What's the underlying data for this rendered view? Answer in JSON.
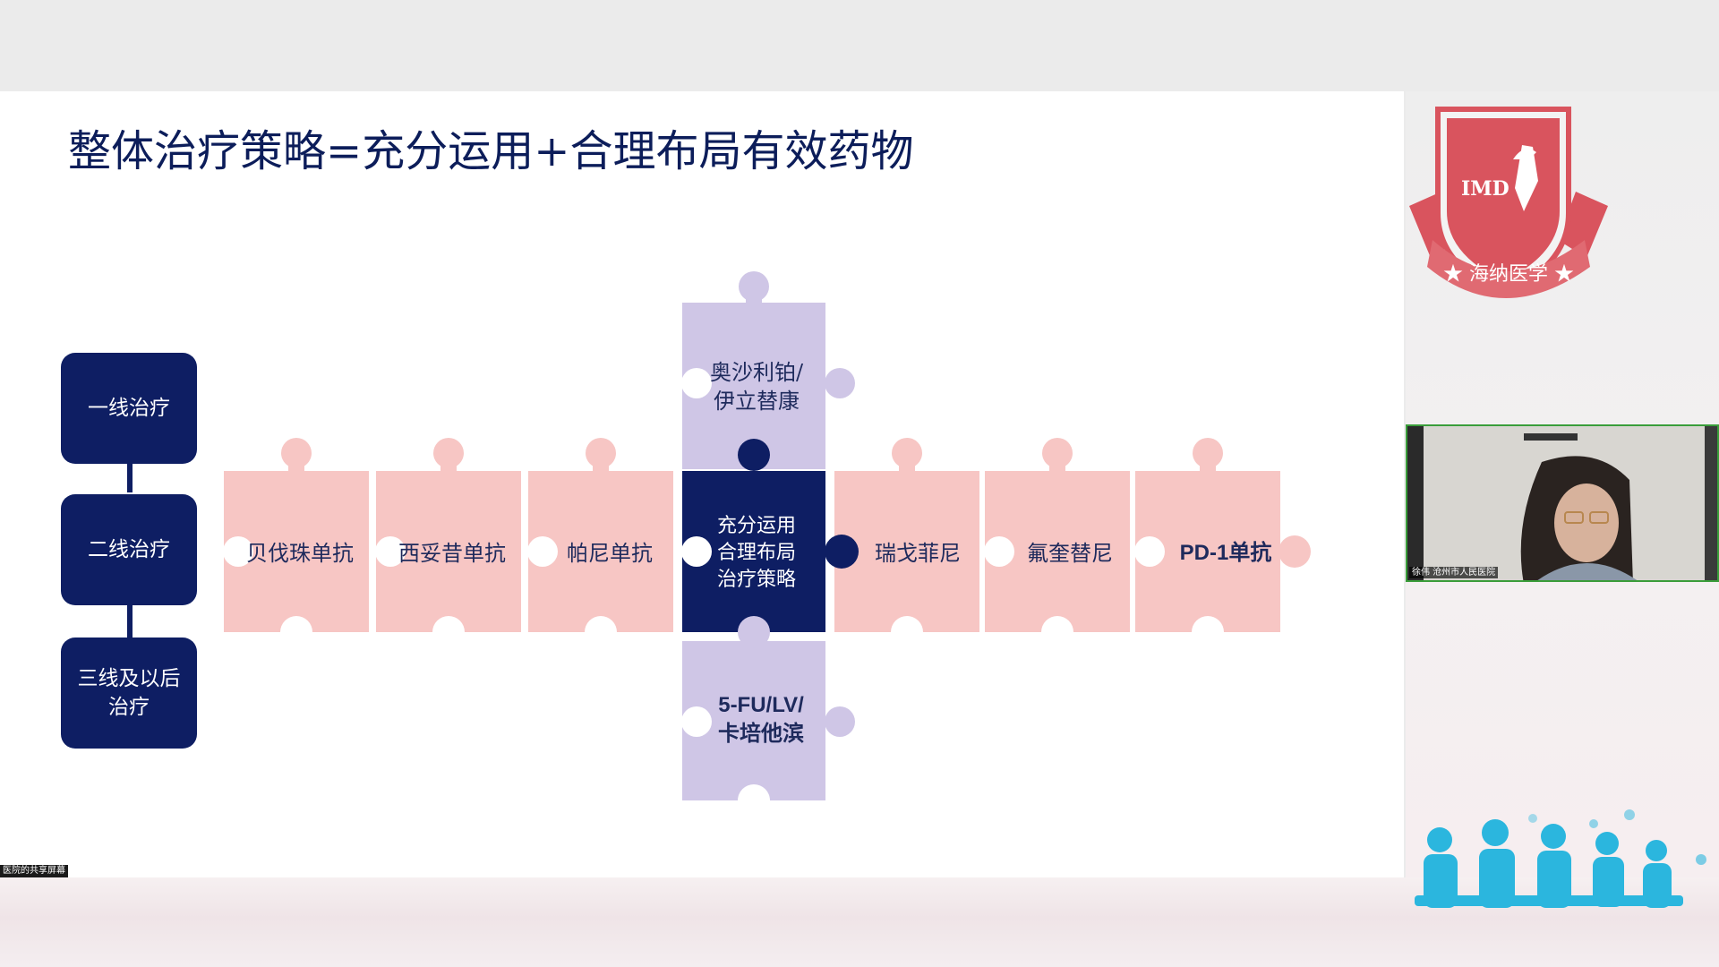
{
  "slide": {
    "title": "整体治疗策略=充分运用+合理布局有效药物",
    "lines": [
      "一线治疗",
      "二线治疗",
      "三线及以后\n治疗"
    ],
    "pieces": {
      "bevacizumab": "贝伐珠单抗",
      "cetuximab": "西妥昔单抗",
      "panitumumab": "帕尼单抗",
      "center": "充分运用\n合理布局\n治疗策略",
      "regorafenib": "瑞戈菲尼",
      "fruquintinib": "氟奎替尼",
      "pd1": "PD-1单抗",
      "oxaliplatin_irinotecan": "奥沙利铂/\n伊立替康",
      "fu_capecitabine": "5-FU/LV/\n卡培他滨"
    },
    "colors": {
      "navy": "#0e1e63",
      "pink": "#f7c6c4",
      "lavender": "#cfc6e6"
    }
  },
  "share_label": "医院的共享屏幕",
  "logo": {
    "text": "IMD",
    "ribbon": "★ 海纳医学 ★"
  },
  "video": {
    "participant_name": "徐伟 沧州市人民医院"
  }
}
